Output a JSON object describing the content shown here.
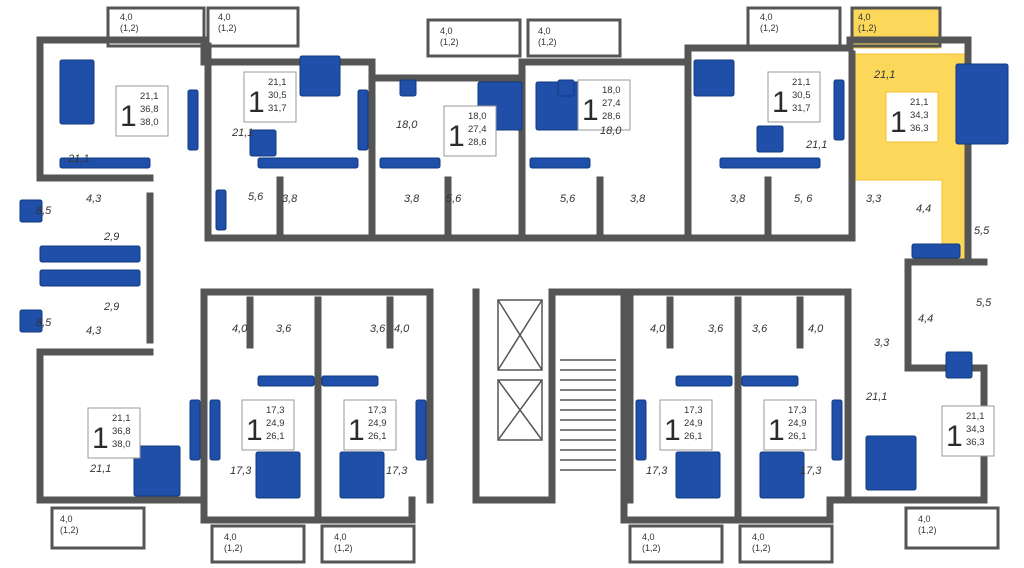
{
  "colors": {
    "wall": "#555555",
    "furniture": "#1f4fa8",
    "furniture_light": "#dfe8f7",
    "highlight": "#f5c12e",
    "highlight_fill": "#fbd75a",
    "tile": "#cfcfcf"
  },
  "highlighted_unit": "unit-top-right",
  "units": [
    {
      "id": "unit-top-left",
      "rooms": "1",
      "totals": [
        "21,1",
        "36,8",
        "38,0"
      ],
      "balcony": [
        "4,0",
        "(1,2)"
      ]
    },
    {
      "id": "unit-top-2",
      "rooms": "1",
      "totals": [
        "21,1",
        "30,5",
        "31,7"
      ],
      "balcony": [
        "4,0",
        "(1,2)"
      ]
    },
    {
      "id": "unit-top-3",
      "rooms": "1",
      "totals": [
        "18,0",
        "27,4",
        "28,6"
      ],
      "balcony": [
        "4,0",
        "(1,2)"
      ]
    },
    {
      "id": "unit-top-4",
      "rooms": "1",
      "totals": [
        "18,0",
        "27,4",
        "28,6"
      ],
      "balcony": [
        "4,0",
        "(1,2)"
      ]
    },
    {
      "id": "unit-top-5",
      "rooms": "1",
      "totals": [
        "21,1",
        "30,5",
        "31,7"
      ],
      "balcony": [
        "4,0",
        "(1,2)"
      ]
    },
    {
      "id": "unit-top-right",
      "rooms": "1",
      "totals": [
        "21,1",
        "34,3",
        "36,3"
      ],
      "balcony": [
        "4,0",
        "(1,2)"
      ]
    },
    {
      "id": "unit-bottom-left",
      "rooms": "1",
      "totals": [
        "21,1",
        "36,8",
        "38,0"
      ],
      "balcony": [
        "4,0",
        "(1,2)"
      ]
    },
    {
      "id": "unit-bottom-2",
      "rooms": "1",
      "totals": [
        "17,3",
        "24,9",
        "26,1"
      ],
      "balcony": [
        "4,0",
        "(1,2)"
      ]
    },
    {
      "id": "unit-bottom-3",
      "rooms": "1",
      "totals": [
        "17,3",
        "24,9",
        "26,1"
      ],
      "balcony": [
        "4,0",
        "(1,2)"
      ]
    },
    {
      "id": "unit-bottom-4",
      "rooms": "1",
      "totals": [
        "17,3",
        "24,9",
        "26,1"
      ],
      "balcony": [
        "4,0",
        "(1,2)"
      ]
    },
    {
      "id": "unit-bottom-5",
      "rooms": "1",
      "totals": [
        "17,3",
        "24,9",
        "26,1"
      ],
      "balcony": [
        "4,0",
        "(1,2)"
      ]
    },
    {
      "id": "unit-bottom-right",
      "rooms": "1",
      "totals": [
        "21,1",
        "34,3",
        "36,3"
      ],
      "balcony": [
        "4,0",
        "(1,2)"
      ]
    }
  ],
  "room_areas": [
    "21,1",
    "21,1",
    "18,0",
    "18,0",
    "21,1",
    "21,1",
    "8,5",
    "4,3",
    "2,9",
    "5,6",
    "3,8",
    "3,8",
    "5,6",
    "5,6",
    "3,8",
    "3,8",
    "5, 6",
    "3,3",
    "4,4",
    "5,5",
    "2,9",
    "8,5",
    "4,3",
    "4,0",
    "3,6",
    "3,6",
    "4,0",
    "4,0",
    "3,6",
    "3,6",
    "4,0",
    "5,5",
    "4,4",
    "3,3",
    "21,1",
    "17,3",
    "17,3",
    "17,3",
    "17,3",
    "21,1"
  ]
}
